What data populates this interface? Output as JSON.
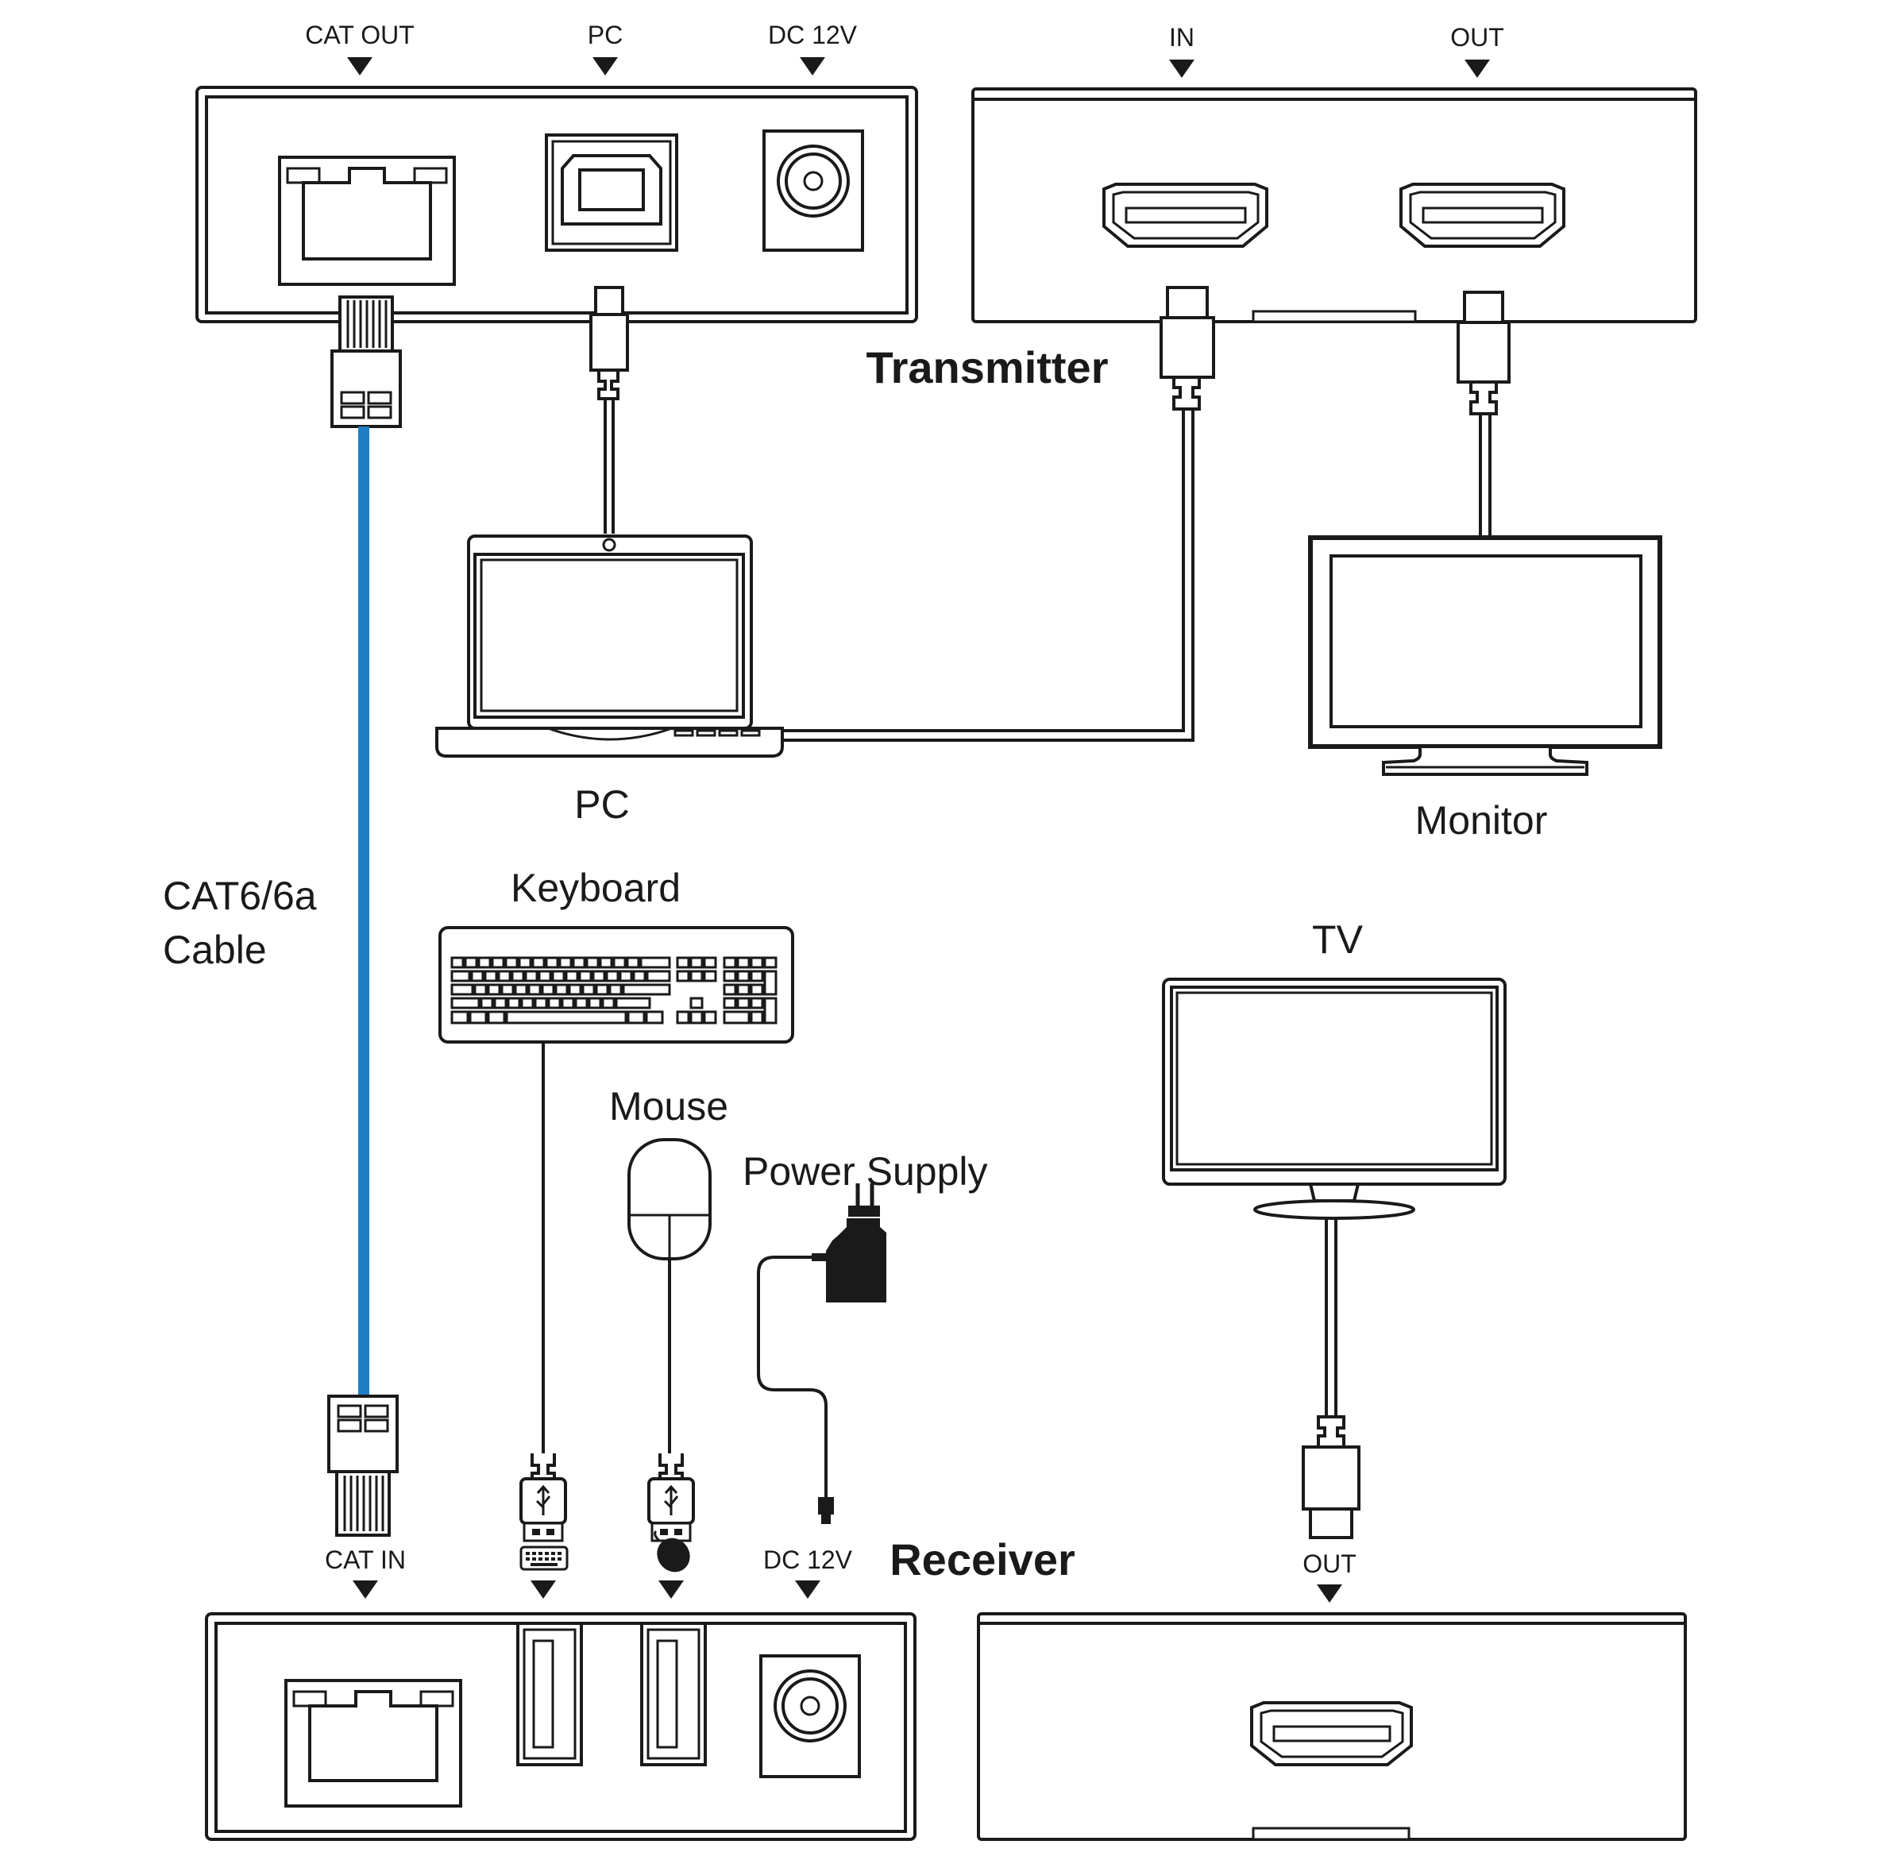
{
  "labels": {
    "cat_out": "CAT OUT",
    "pc_port": "PC",
    "dc12v_tx": "DC 12V",
    "in": "IN",
    "out_tx": "OUT",
    "transmitter": "Transmitter",
    "pc_device": "PC",
    "monitor": "Monitor",
    "cable_line1": "CAT6/6a",
    "cable_line2": "Cable",
    "keyboard": "Keyboard",
    "tv": "TV",
    "mouse": "Mouse",
    "power_supply": "Power Supply",
    "cat_in": "CAT IN",
    "dc12v_rx": "DC 12V",
    "receiver": "Receiver",
    "out_rx": "OUT"
  },
  "colors": {
    "line": "#1a1a1a",
    "cat_cable": "#1f7fc4",
    "background": "#ffffff"
  }
}
